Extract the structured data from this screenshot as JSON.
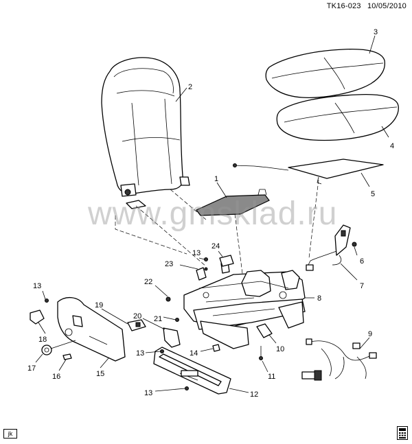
{
  "header": {
    "code": "TK16-023",
    "date": "10/05/2010"
  },
  "watermark": "www.gmsklad.ru",
  "footer": {
    "code": "jk"
  },
  "icons": {
    "corner": "calculator-icon"
  },
  "callouts": [
    {
      "id": "1",
      "part": "seat-cushion-heater"
    },
    {
      "id": "2",
      "part": "seat-back"
    },
    {
      "id": "3",
      "part": "seat-cushion-cover"
    },
    {
      "id": "4",
      "part": "seat-cushion-pad"
    },
    {
      "id": "5",
      "part": "seat-back-heater"
    },
    {
      "id": "6",
      "part": "screw"
    },
    {
      "id": "7",
      "part": "seat-belt-buckle"
    },
    {
      "id": "8",
      "part": "seat-frame"
    },
    {
      "id": "9",
      "part": "wiring-harness"
    },
    {
      "id": "10",
      "part": "bracket"
    },
    {
      "id": "11",
      "part": "bolt"
    },
    {
      "id": "12",
      "part": "adjuster-trim-panel"
    },
    {
      "id": "13",
      "part": "screw"
    },
    {
      "id": "14",
      "part": "clip"
    },
    {
      "id": "15",
      "part": "side-shield"
    },
    {
      "id": "16",
      "part": "clip"
    },
    {
      "id": "17",
      "part": "recliner-knob"
    },
    {
      "id": "18",
      "part": "lever"
    },
    {
      "id": "19",
      "part": "switch"
    },
    {
      "id": "20",
      "part": "bracket"
    },
    {
      "id": "21",
      "part": "screw"
    },
    {
      "id": "22",
      "part": "bolt"
    },
    {
      "id": "23",
      "part": "sensor"
    },
    {
      "id": "24",
      "part": "motor"
    }
  ]
}
